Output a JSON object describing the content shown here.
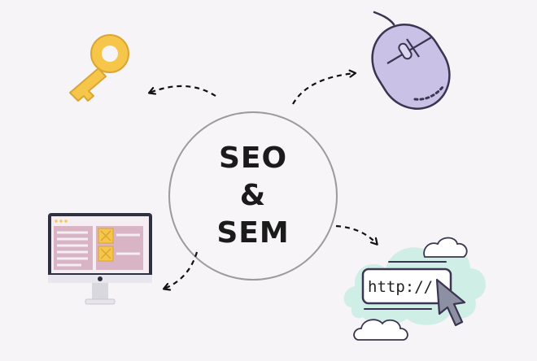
{
  "center": {
    "line1": "SEO",
    "line2": "&",
    "line3": "SEM"
  },
  "browser": {
    "url": "http://"
  },
  "icons": [
    "key-icon",
    "mouse-icon",
    "monitor-icon",
    "browser-cloud-icon",
    "cursor-icon"
  ],
  "colors": {
    "background": "#f6f4f7",
    "key": "#f6c64a",
    "mouse": "#c9c2e6",
    "monitor_screen": "#d8b4c4",
    "cloud": "#cfeee6",
    "outline": "#3a3550"
  }
}
